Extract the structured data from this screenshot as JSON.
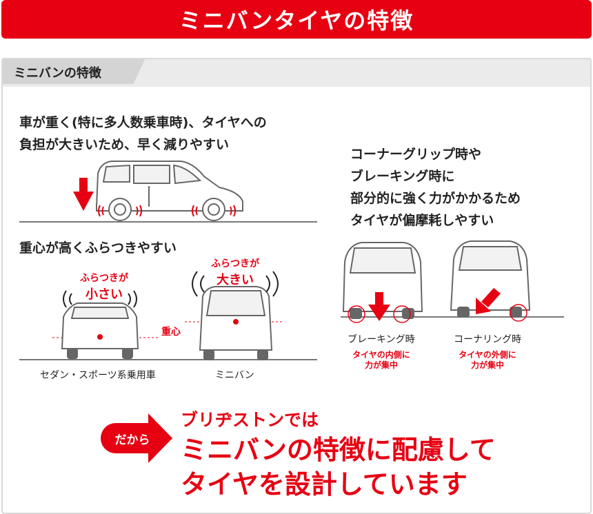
{
  "title": "ミニバンタイヤの特徴",
  "section_label": "ミニバンの特徴",
  "heavy": {
    "line1": "車が重く(特に多人数乗車時)、タイヤへの",
    "line2": "負担が大きいため、早く減りやすい"
  },
  "center_gravity": {
    "heading": "重心が高くふらつきやすい",
    "sedan_sway_line1": "ふらつきが",
    "sedan_sway_line2": "小さい",
    "minivan_sway_line1": "ふらつきが",
    "minivan_sway_line2": "大きい",
    "center_label": "重心",
    "sedan_caption": "セダン・スポーツ系乗用車",
    "minivan_caption": "ミニバン"
  },
  "cornering": {
    "line1": "コーナーグリップ時や",
    "line2": "ブレーキング時に",
    "line3": "部分的に強く力がかかるため",
    "line4": "タイヤが偏摩耗しやすい",
    "braking_caption": "ブレーキング時",
    "braking_note_line1": "タイヤの内側に",
    "braking_note_line2": "力が集中",
    "cornering_caption": "コーナリング時",
    "cornering_note_line1": "タイヤの外側に",
    "cornering_note_line2": "力が集中"
  },
  "conclusion": {
    "badge": "だから",
    "line1": "ブリヂストンでは",
    "line2": "ミニバンの特徴に配慮して",
    "line3": "タイヤを設計しています"
  },
  "colors": {
    "accent": "#e60012",
    "panel_border": "#d9d9d9",
    "tab": "#d4d4d4"
  }
}
